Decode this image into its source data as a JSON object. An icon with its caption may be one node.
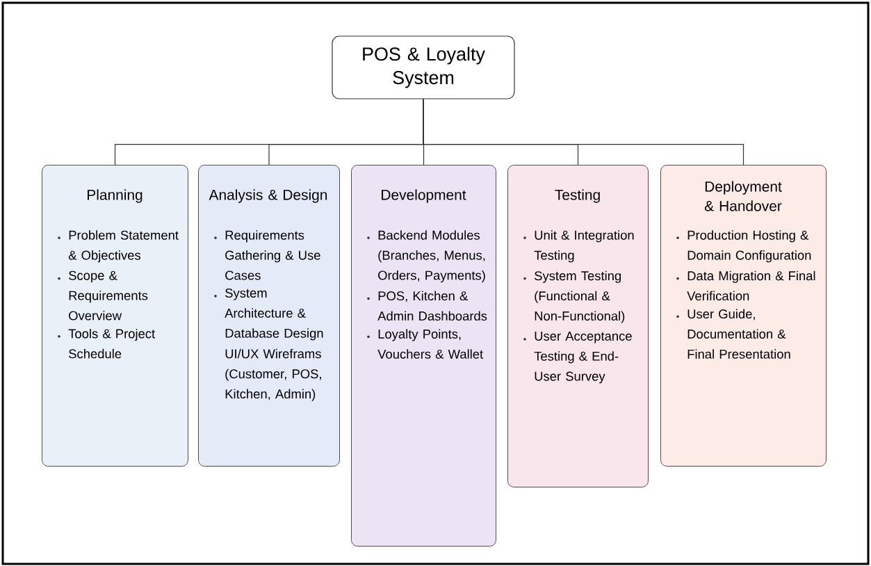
{
  "diagram": {
    "nodes": [
      {
        "text": [
          "POS & Loyalty System"
        ]
      },
      {
        "text": [
          "Planning",
          "Problem Statement & Objectives",
          "Scope & Requirements Overview",
          "Tools & Project Schedule"
        ]
      },
      {
        "text": [
          "Analysis & Design",
          "Requirements Gathering & Use Cases",
          "System Architecture & Database Design",
          "UI/UX Wireframs (Customer, POS, Kitchen, Admin)"
        ]
      },
      {
        "text": [
          "Development",
          "Backend Modules (Branches, Menus, Orders, Payments)",
          "POS, Kitchen & Admin Dashboards",
          "Loyalty Points, Vouchers & Wallet"
        ]
      },
      {
        "text": [
          "Testing",
          "Unit & Integration Testing",
          "System Testing (Functional & Non-Functional)",
          "User Acceptance Testing & End-User Survey"
        ]
      },
      {
        "text": [
          "Deployment & Handover",
          "Production Hosting & Domain Configuration",
          "Data Migration & Final Verification",
          "User Guide, Documentation & Final Presentation"
        ]
      }
    ],
    "edges": [
      {
        "from": 0,
        "to": 1,
        "arrow": "none"
      },
      {
        "from": 0,
        "to": 2,
        "arrow": "none"
      },
      {
        "from": 0,
        "to": 3,
        "arrow": "none"
      },
      {
        "from": 0,
        "to": 4,
        "arrow": "none"
      },
      {
        "from": 0,
        "to": 5,
        "arrow": "none"
      }
    ]
  }
}
